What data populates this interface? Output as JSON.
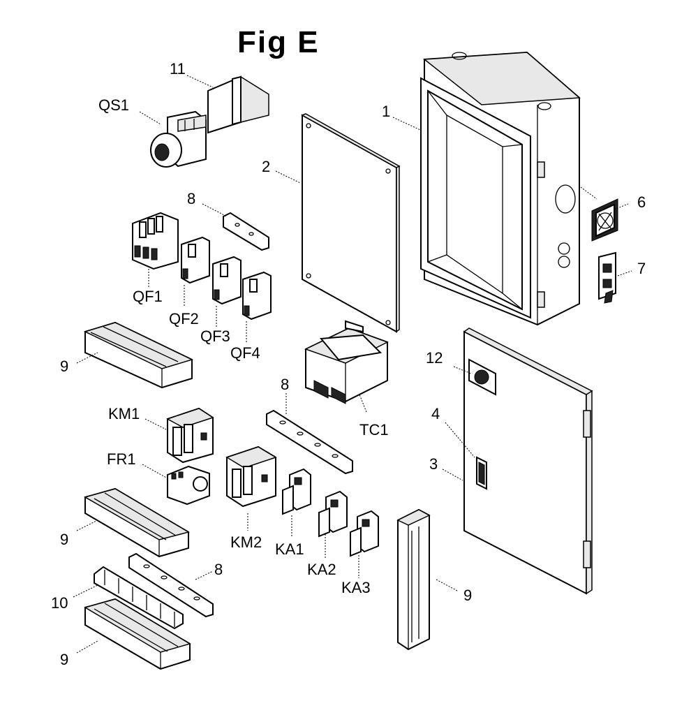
{
  "title": "Fig E",
  "labels": {
    "n1": "1",
    "n2": "2",
    "n3": "3",
    "n4": "4",
    "n6": "6",
    "n7": "7",
    "n8a": "8",
    "n8b": "8",
    "n8c": "8",
    "n9a": "9",
    "n9b": "9",
    "n9c": "9",
    "n9d": "9",
    "n10": "10",
    "n11": "11",
    "n12": "12",
    "qs1": "QS1",
    "qf1": "QF1",
    "qf2": "QF2",
    "qf3": "QF3",
    "qf4": "QF4",
    "tc1": "TC1",
    "km1": "KM1",
    "fr1": "FR1",
    "km2": "KM2",
    "ka1": "KA1",
    "ka2": "KA2",
    "ka3": "KA3"
  },
  "colors": {
    "line": "#000000",
    "fill": "#ffffff",
    "shade": "#e8e8e8"
  }
}
